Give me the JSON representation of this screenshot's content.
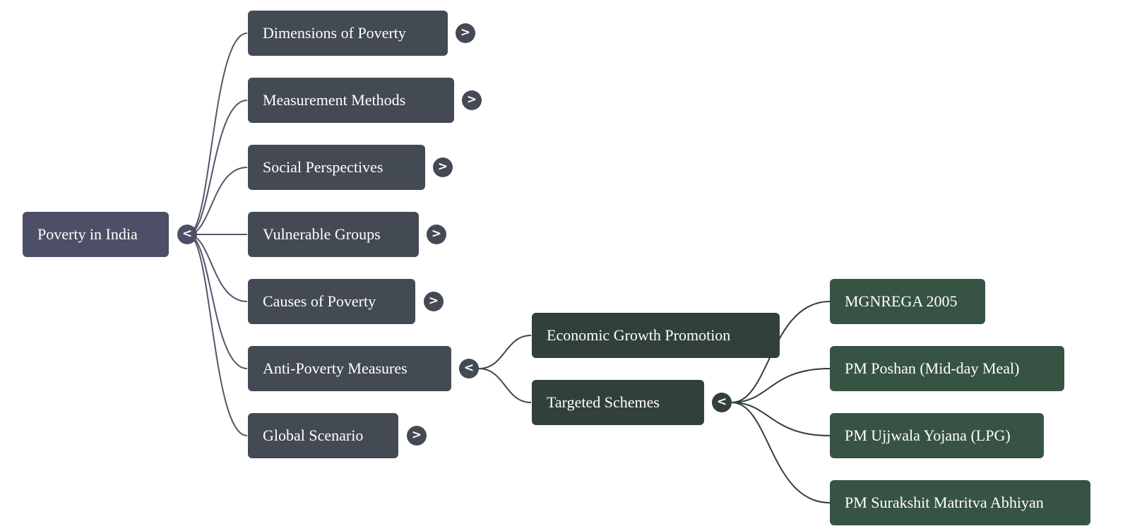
{
  "root": {
    "label": "Poverty in India",
    "toggle": "<"
  },
  "topics": [
    {
      "label": "Dimensions of Poverty",
      "toggle": ">"
    },
    {
      "label": "Measurement Methods",
      "toggle": ">"
    },
    {
      "label": "Social Perspectives",
      "toggle": ">"
    },
    {
      "label": "Vulnerable Groups",
      "toggle": ">"
    },
    {
      "label": "Causes of Poverty",
      "toggle": ">"
    },
    {
      "label": "Anti-Poverty Measures",
      "toggle": "<"
    },
    {
      "label": "Global Scenario",
      "toggle": ">"
    }
  ],
  "measures": [
    {
      "label": "Economic Growth Promotion"
    },
    {
      "label": "Targeted Schemes",
      "toggle": "<"
    }
  ],
  "schemes": [
    {
      "label": "MGNREGA 2005"
    },
    {
      "label": "PM Poshan (Mid-day Meal)"
    },
    {
      "label": "PM Ujjwala Yojana (LPG)"
    },
    {
      "label": "PM Surakshit Matritva Abhiyan"
    }
  ],
  "colors": {
    "root": "#4c4f66",
    "topic": "#434a54",
    "measure": "#313f3d",
    "scheme": "#375343",
    "link_root": "#55566b",
    "link_measure": "#3c4a47",
    "link_scheme": "#2f3f3a"
  }
}
